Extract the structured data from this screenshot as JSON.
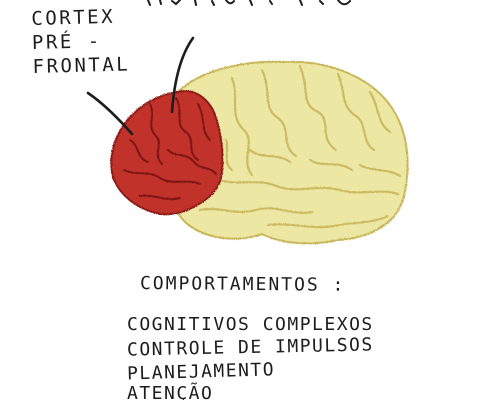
{
  "diagram": {
    "region_label": [
      "CORTEX",
      "PRÉ -",
      "FRONTAL"
    ],
    "section_title": "COMPORTAMENTOS :",
    "behaviors": [
      "COGNITIVOS COMPLEXOS",
      "CONTROLE DE IMPULSOS",
      "PLANEJAMENTO",
      "ATENÇÃO"
    ]
  },
  "colors": {
    "prefrontal": "#c0302a",
    "brain": "#ece7a3",
    "ink": "#1d1d1d"
  }
}
